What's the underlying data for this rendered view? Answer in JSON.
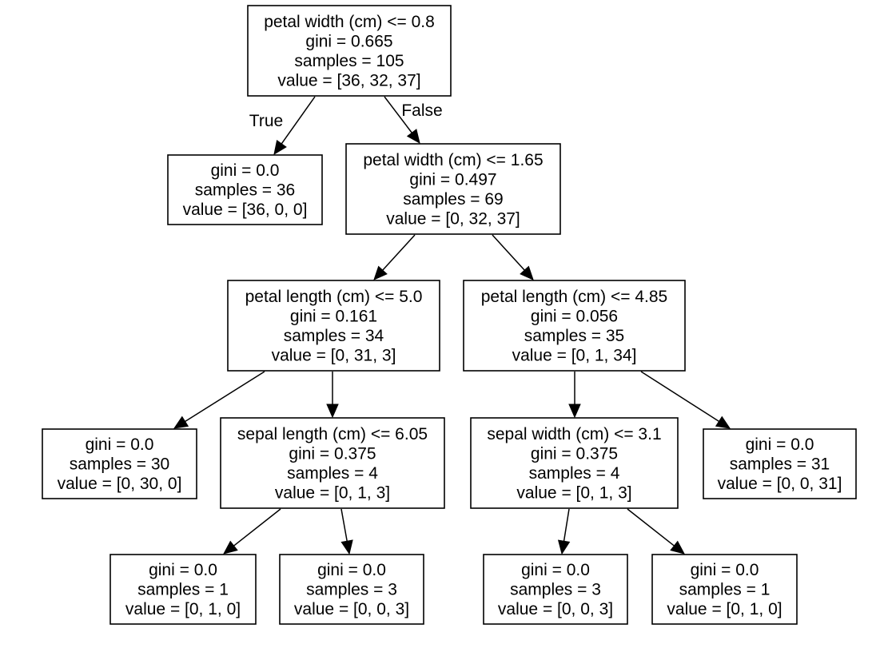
{
  "tree": {
    "nodes": [
      {
        "id": "n0",
        "lines": [
          "petal width (cm) <= 0.8",
          "gini = 0.665",
          "samples = 105",
          "value = [36, 32, 37]"
        ]
      },
      {
        "id": "n1",
        "lines": [
          "gini = 0.0",
          "samples = 36",
          "value = [36, 0, 0]"
        ]
      },
      {
        "id": "n2",
        "lines": [
          "petal width (cm) <= 1.65",
          "gini = 0.497",
          "samples = 69",
          "value = [0, 32, 37]"
        ]
      },
      {
        "id": "n3",
        "lines": [
          "petal length (cm) <= 5.0",
          "gini = 0.161",
          "samples = 34",
          "value = [0, 31, 3]"
        ]
      },
      {
        "id": "n4",
        "lines": [
          "petal length (cm) <= 4.85",
          "gini = 0.056",
          "samples = 35",
          "value = [0, 1, 34]"
        ]
      },
      {
        "id": "n5",
        "lines": [
          "gini = 0.0",
          "samples = 30",
          "value = [0, 30, 0]"
        ]
      },
      {
        "id": "n6",
        "lines": [
          "sepal length (cm) <= 6.05",
          "gini = 0.375",
          "samples = 4",
          "value = [0, 1, 3]"
        ]
      },
      {
        "id": "n7",
        "lines": [
          "sepal width (cm) <= 3.1",
          "gini = 0.375",
          "samples = 4",
          "value = [0, 1, 3]"
        ]
      },
      {
        "id": "n8",
        "lines": [
          "gini = 0.0",
          "samples = 31",
          "value = [0, 0, 31]"
        ]
      },
      {
        "id": "n9",
        "lines": [
          "gini = 0.0",
          "samples = 1",
          "value = [0, 1, 0]"
        ]
      },
      {
        "id": "n10",
        "lines": [
          "gini = 0.0",
          "samples = 3",
          "value = [0, 0, 3]"
        ]
      },
      {
        "id": "n11",
        "lines": [
          "gini = 0.0",
          "samples = 3",
          "value = [0, 0, 3]"
        ]
      },
      {
        "id": "n12",
        "lines": [
          "gini = 0.0",
          "samples = 1",
          "value = [0, 1, 0]"
        ]
      }
    ],
    "edges": [
      {
        "from": "n0",
        "to": "n1",
        "label": "True"
      },
      {
        "from": "n0",
        "to": "n2",
        "label": "False"
      },
      {
        "from": "n2",
        "to": "n3",
        "label": ""
      },
      {
        "from": "n2",
        "to": "n4",
        "label": ""
      },
      {
        "from": "n3",
        "to": "n5",
        "label": ""
      },
      {
        "from": "n3",
        "to": "n6",
        "label": ""
      },
      {
        "from": "n4",
        "to": "n7",
        "label": ""
      },
      {
        "from": "n4",
        "to": "n8",
        "label": ""
      },
      {
        "from": "n6",
        "to": "n9",
        "label": ""
      },
      {
        "from": "n6",
        "to": "n10",
        "label": ""
      },
      {
        "from": "n7",
        "to": "n11",
        "label": ""
      },
      {
        "from": "n7",
        "to": "n12",
        "label": ""
      }
    ]
  }
}
